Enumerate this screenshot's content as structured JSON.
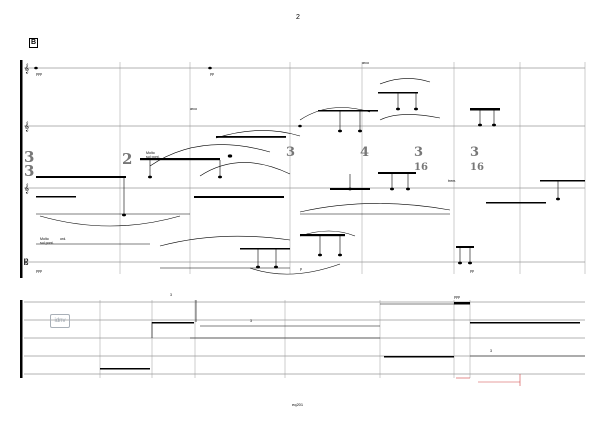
{
  "page": {
    "number": "2",
    "footer_code": "eq201"
  },
  "rehearsal_mark": "B",
  "watermark": "idnv",
  "colors": {
    "ink": "#000000",
    "staff": "#666666",
    "accent_red": "#d04040",
    "watermark": "#9aa3ad"
  },
  "time_signatures": [
    "3",
    "2",
    "3",
    "3",
    "4",
    "3",
    "3",
    "4",
    "16",
    "16"
  ],
  "dynamics": [
    "ppp",
    "pp",
    "ppp",
    "pp",
    "p",
    "ppp"
  ],
  "technique_labels": [
    "Molto",
    "sul pont.",
    "ord.",
    "arco"
  ],
  "performance_markings": [
    "trem.",
    "3"
  ]
}
